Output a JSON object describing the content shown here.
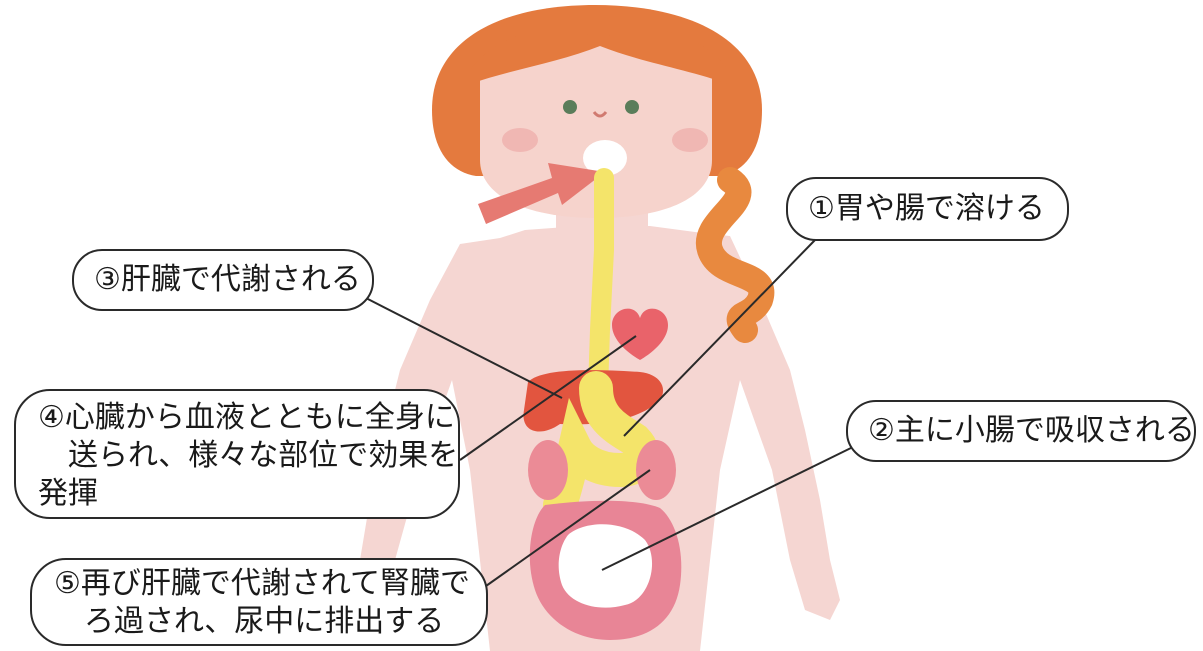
{
  "colors": {
    "hair": "#e47a3e",
    "skin": "#f6d3cc",
    "body": "#f5d6d2",
    "arrow": "#e67a72",
    "esophagus": "#f4e46a",
    "heart": "#e9636a",
    "liver": "#e2553f",
    "kidney": "#eb8b96",
    "intestine": "#e88596",
    "line": "#2a2a2a"
  },
  "callouts": {
    "c1": {
      "text": "①胃や腸で溶ける"
    },
    "c2": {
      "text": "②主に小腸で吸収される"
    },
    "c3": {
      "text": "③肝臓で代謝される"
    },
    "c4": {
      "lines": [
        "④心臓から血液とともに全身に",
        "送られ、様々な部位で効果を",
        "発揮"
      ]
    },
    "c5": {
      "lines": [
        "⑤再び肝臓で代謝されて腎臓で",
        "ろ過され、尿中に排出する"
      ]
    }
  }
}
